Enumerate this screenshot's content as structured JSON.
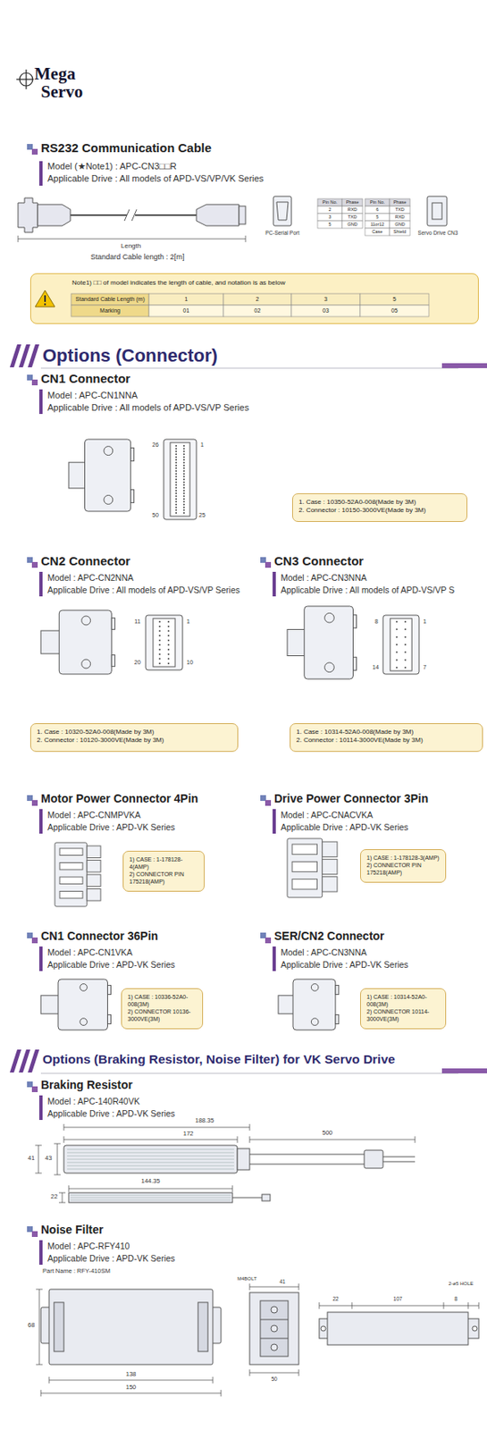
{
  "diagram": {
    "nodes": [
      {
        "text": [
          "Note1) □□ of model indicates the length of cable, and notation is as below"
        ]
      },
      {
        "text": [
          "1. Case : 10350-52A0-008(Made by 3M)",
          "2. Connector : 10150-3000VE(Made by 3M)"
        ]
      },
      {
        "text": [
          "1. Case : 10320-52A0-008(Made by 3M)",
          "2. Connector : 10120-3000VE(Made by 3M)"
        ]
      },
      {
        "text": [
          "1. Case : 10314-52A0-008(Made by 3M)",
          "2. Connector : 10114-3000VE(Made by 3M)"
        ]
      },
      {
        "text": [
          "1) CASE : 1-178128-4(AMP)",
          "2) CONNECTOR PIN 175218(AMP)"
        ]
      },
      {
        "text": [
          "1) CASE : 1-178128-3(AMP)",
          "2) CONNECTOR PIN 175218(AMP)"
        ]
      },
      {
        "text": [
          "1) CASE : 10336-52A0-008(3M)",
          "2) CONNECTOR 10136-3000VE(3M)"
        ]
      },
      {
        "text": [
          "1) CASE : 10314-52A0-008(3M)",
          "2) CONNECTOR 10114-3000VE(3M)"
        ]
      }
    ],
    "labels": [
      "Mega",
      "Servo",
      "RS232 Communication Cable",
      "Model (★Note1) : APC-CN3□□R",
      "Applicable Drive : All models of APD-VS/VP/VK Series",
      "Length",
      "Standard Cable length : 2[m]",
      "PC-Serial Port",
      "Pin No.",
      "Phase",
      "2",
      "RXD",
      "3",
      "TXD",
      "5",
      "GND",
      "Pin No.",
      "Phase",
      "6",
      "TXD",
      "5",
      "RXD",
      "11or12",
      "GND",
      "Case",
      "Shield",
      "Servo Drive CN3",
      "Standard Cable Length (m)",
      "1",
      "2",
      "3",
      "5",
      "Marking",
      "01",
      "02",
      "03",
      "05",
      "Options (Connector)",
      "CN1 Connector",
      "Model : APC-CN1NNA",
      "Applicable Drive : All models of APD-VS/VP Series",
      "26",
      "1",
      "50",
      "25",
      "CN2 Connector",
      "Model : APC-CN2NNA",
      "Applicable Drive : All models of APD-VS/VP Series",
      "CN3 Connector",
      "Model : APC-CN3NNA",
      "Applicable Drive : All models of APD-VS/VP S",
      "11",
      "1",
      "20",
      "10",
      "8",
      "1",
      "14",
      "7",
      "Motor Power Connector 4Pin",
      "Model : APC-CNMPVKA",
      "Applicable Drive : APD-VK Series",
      "Drive Power Connector 3Pin",
      "Model : APC-CNACVKA",
      "Applicable Drive : APD-VK Series",
      "CN1 Connector 36Pin",
      "Model : APC-CN1VKA",
      "Applicable Drive : APD-VK Series",
      "SER/CN2 Connector",
      "Model : APC-CN3NNA",
      "Applicable Drive : APD-VK Series",
      "Options (Braking Resistor, Noise Filter) for VK Servo Drive",
      "Braking Resistor",
      "Model : APC-140R40VK",
      "Applicable Drive : APD-VK Series",
      "188.35",
      "172",
      "500",
      "41",
      "43",
      "144.35",
      "22",
      "Noise Filter",
      "Model : APC-RFY410",
      "Applicable Drive : APD-VK Series",
      "Part Name : RFY-410SM",
      "68",
      "138",
      "150",
      "M4BOLT",
      "41",
      "50",
      "22",
      "107",
      "8",
      "2-ø5 HOLE"
    ]
  }
}
